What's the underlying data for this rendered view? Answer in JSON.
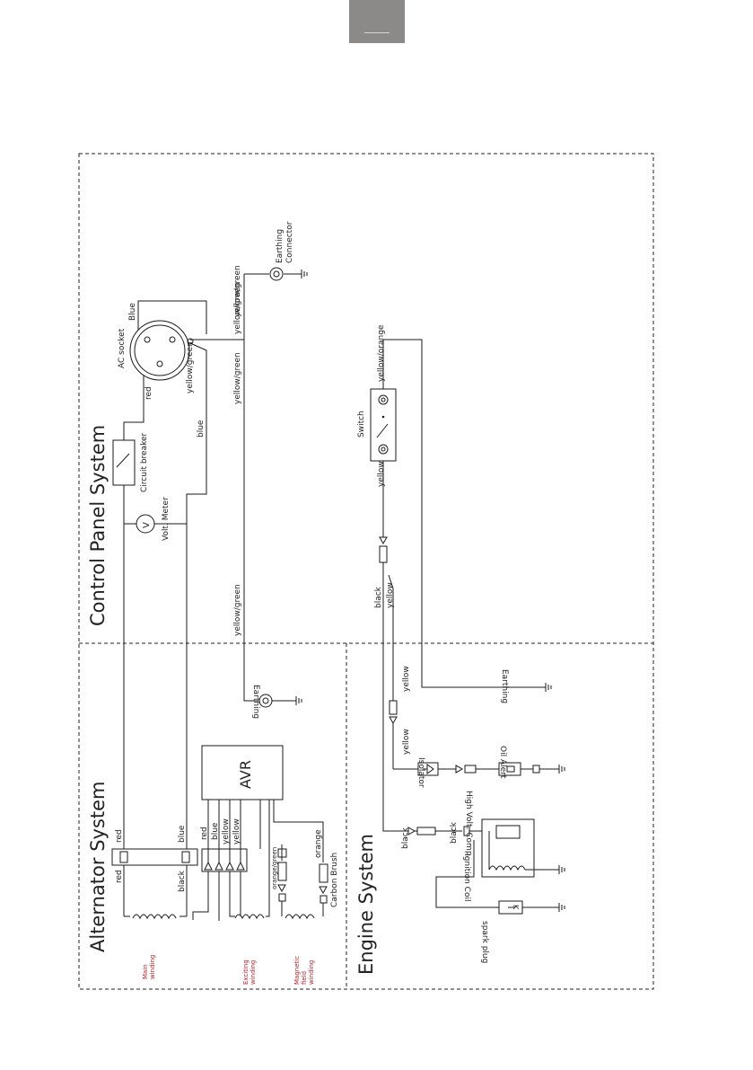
{
  "sections": {
    "control_panel": "Control Panel System",
    "alternator": "Alternator System",
    "engine": "Engine System"
  },
  "components": {
    "ac_socket": "AC socket",
    "circuit_breaker": "Circuit breaker",
    "volt_meter": "Volt. Meter",
    "volt_symbol": "V",
    "earthing_connector": [
      "Earthing",
      "Connector"
    ],
    "switch": "Switch",
    "avr": "AVR",
    "earthing_alt": "Earthing",
    "earthing_engine": "Earthing",
    "carbon_brush": "Carbon Brush",
    "isolator": "Isolator",
    "oil_alert": "Oil Alert",
    "high_volt_comp": "High Volt. Comp.",
    "ignition_coil": "Ignition Coil",
    "spark_plug": "spark plug",
    "spark_plug_symbol": "K"
  },
  "windings": {
    "main": [
      "Main",
      "winding"
    ],
    "exciting": [
      "Exciting",
      "winding"
    ],
    "magnetic": [
      "Magnetic",
      "field",
      "winding"
    ]
  },
  "wire_labels": {
    "cp_red": "red",
    "cp_blue_socket": "Blue",
    "cp_blue": "blue",
    "cp_yg_socket": "yellow/green",
    "cp_yg_mid": "yellow/green",
    "cp_yg_top": "yellow/green",
    "cp_yg_conn": "yellow/green",
    "cp_yg_long": "yellow/green",
    "sw_yellow": "yellow",
    "sw_yellow_orange": "yellow/orange",
    "eng_black": "black",
    "eng_yellow": "yellow",
    "alt_red": "red",
    "alt_blue": "blue",
    "alt_black": "black",
    "alt_red2": "red",
    "avr_red": "red",
    "avr_blue": "blue",
    "avr_yellow1": "yellow",
    "avr_yellow2": "yellow",
    "avr_orange_green": "orange/green",
    "avr_orange": "orange",
    "eng_yellow2": "yellow",
    "eng_yellow3": "yellow",
    "eng_black2": "black",
    "eng_black3": "black"
  },
  "colors": {
    "label_red": "#c0202a",
    "wire": "#1a1a1a",
    "page_tab": "#8c8a88"
  }
}
